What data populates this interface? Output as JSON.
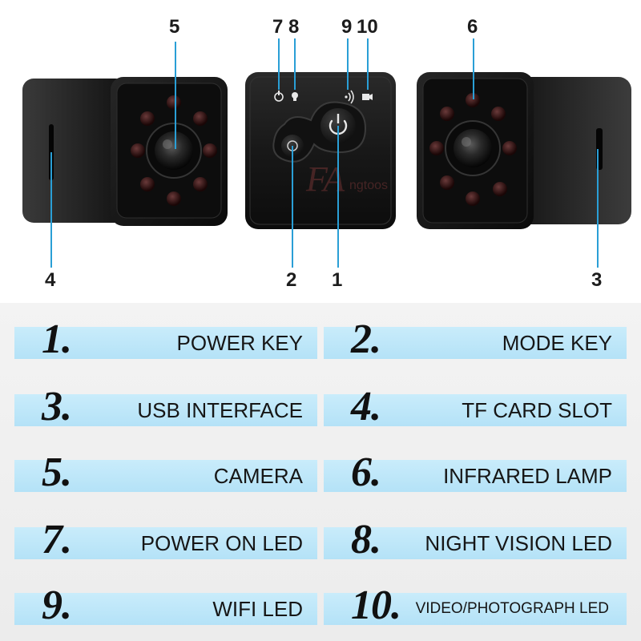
{
  "callouts": {
    "c1": "1",
    "c2": "2",
    "c3": "3",
    "c4": "4",
    "c5": "5",
    "c6": "6",
    "c7": "7",
    "c8": "8",
    "c9": "9",
    "c10": "10"
  },
  "watermark": "FAngtoos",
  "legend": [
    {
      "number": "1.",
      "label": "POWER KEY"
    },
    {
      "number": "2.",
      "label": "MODE KEY"
    },
    {
      "number": "3.",
      "label": "USB INTERFACE"
    },
    {
      "number": "4.",
      "label": "TF CARD SLOT"
    },
    {
      "number": "5.",
      "label": "CAMERA"
    },
    {
      "number": "6.",
      "label": "INFRARED LAMP"
    },
    {
      "number": "7.",
      "label": "POWER ON LED"
    },
    {
      "number": "8.",
      "label": "NIGHT VISION LED"
    },
    {
      "number": "9.",
      "label": "WIFI LED"
    },
    {
      "number": "10.",
      "label": "VIDEO/PHOTOGRAPH LED"
    }
  ],
  "colors": {
    "row_fill": "#bde6f8",
    "callout_line": "#2a9fd6",
    "body_dark": "#1b1b1b",
    "ir_led": "#3a0e0e"
  }
}
